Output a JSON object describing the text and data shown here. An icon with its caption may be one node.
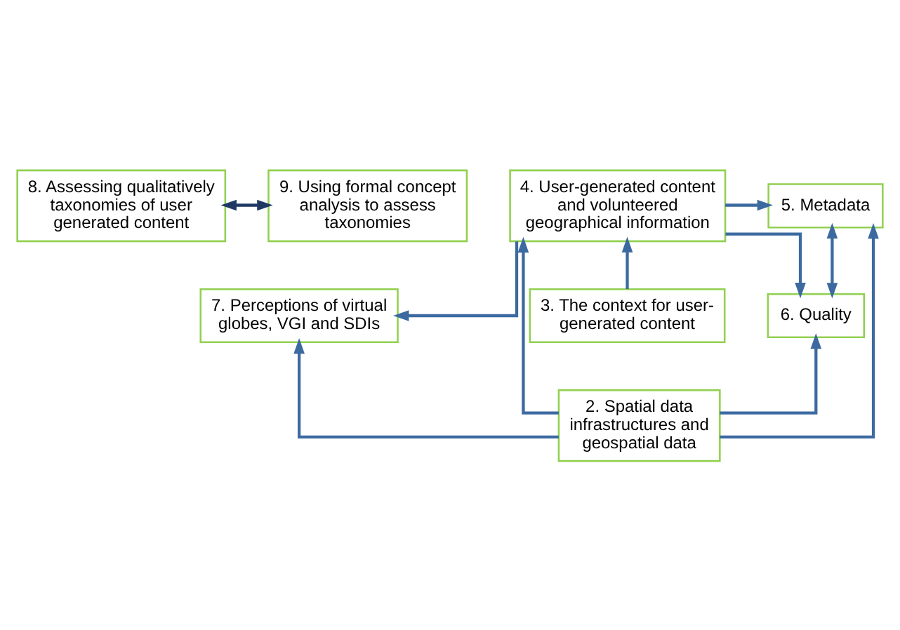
{
  "diagram": {
    "nodes": [
      {
        "text": [
          "8. Assessing qualitatively taxonomies of user generated content"
        ]
      },
      {
        "text": [
          "9. Using formal concept analysis to assess taxonomies"
        ]
      },
      {
        "text": [
          "6. Quality"
        ]
      },
      {
        "text": [
          "7. Perceptions of virtual globes, VGI and SDIs"
        ]
      },
      {
        "text": [
          "5. Metadata"
        ]
      },
      {
        "text": [
          "4. User-generated content and volunteered geographical information"
        ]
      },
      {
        "text": [
          "3. The context for user-generated content"
        ]
      },
      {
        "text": [
          "2. Spatial data infrastructures and geospatial data"
        ]
      }
    ],
    "edges": [
      {
        "from": 0,
        "to": 1,
        "arrow": "both",
        "color": "#1f3864"
      },
      {
        "from": 2,
        "to": 4,
        "arrow": "both"
      },
      {
        "from": 5,
        "to": 2,
        "arrow": "to"
      },
      {
        "from": 5,
        "to": 4,
        "arrow": "to"
      },
      {
        "from": 5,
        "to": 3,
        "arrow": "to"
      },
      {
        "from": 6,
        "to": 5,
        "arrow": "to"
      },
      {
        "from": 7,
        "to": 2,
        "arrow": "to"
      },
      {
        "from": 7,
        "to": 4,
        "arrow": "to"
      },
      {
        "from": 7,
        "to": 5,
        "arrow": "to"
      },
      {
        "from": 7,
        "to": 3,
        "arrow": "to"
      }
    ]
  }
}
